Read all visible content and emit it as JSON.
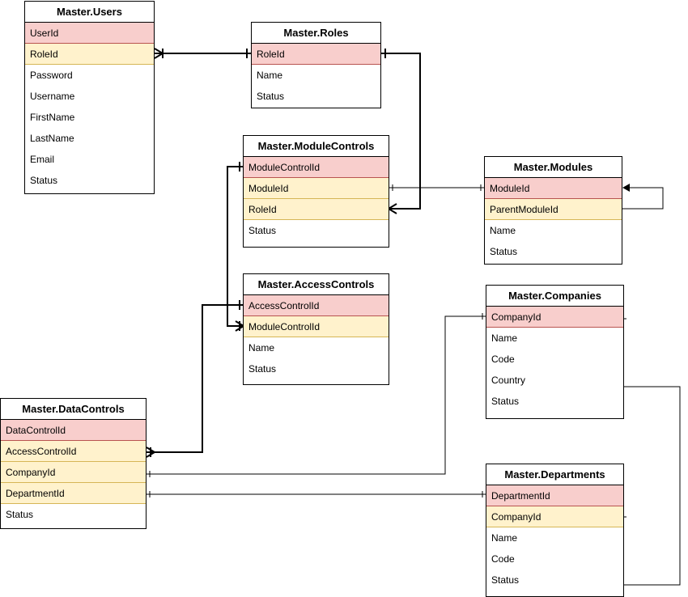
{
  "colors": {
    "primary_key_fill": "#f8cecc",
    "primary_key_border": "#b85450",
    "foreign_key_fill": "#fff2cc",
    "foreign_key_border": "#d6b656",
    "line": "#000000"
  },
  "entities": {
    "users": {
      "title": "Master.Users",
      "fields": [
        {
          "name": "UserId",
          "kind": "pk"
        },
        {
          "name": "RoleId",
          "kind": "fk"
        },
        {
          "name": "Password",
          "kind": "plain"
        },
        {
          "name": "Username",
          "kind": "plain"
        },
        {
          "name": "FirstName",
          "kind": "plain"
        },
        {
          "name": "LastName",
          "kind": "plain"
        },
        {
          "name": "Email",
          "kind": "plain"
        },
        {
          "name": "Status",
          "kind": "plain"
        }
      ]
    },
    "roles": {
      "title": "Master.Roles",
      "fields": [
        {
          "name": "RoleId",
          "kind": "pk"
        },
        {
          "name": "Name",
          "kind": "plain"
        },
        {
          "name": "Status",
          "kind": "plain"
        }
      ]
    },
    "module_controls": {
      "title": "Master.ModuleControls",
      "fields": [
        {
          "name": "ModuleControlId",
          "kind": "pk"
        },
        {
          "name": "ModuleId",
          "kind": "fk"
        },
        {
          "name": "RoleId",
          "kind": "fk"
        },
        {
          "name": "Status",
          "kind": "plain"
        }
      ]
    },
    "modules": {
      "title": "Master.Modules",
      "fields": [
        {
          "name": "ModuleId",
          "kind": "pk"
        },
        {
          "name": "ParentModuleId",
          "kind": "fk"
        },
        {
          "name": "Name",
          "kind": "plain"
        },
        {
          "name": "Status",
          "kind": "plain"
        }
      ]
    },
    "access_controls": {
      "title": "Master.AccessControls",
      "fields": [
        {
          "name": "AccessControlId",
          "kind": "pk"
        },
        {
          "name": "ModuleControlId",
          "kind": "fk"
        },
        {
          "name": "Name",
          "kind": "plain"
        },
        {
          "name": "Status",
          "kind": "plain"
        }
      ]
    },
    "companies": {
      "title": "Master.Companies",
      "fields": [
        {
          "name": "CompanyId",
          "kind": "pk"
        },
        {
          "name": "Name",
          "kind": "plain"
        },
        {
          "name": "Code",
          "kind": "plain"
        },
        {
          "name": "Country",
          "kind": "plain"
        },
        {
          "name": "Status",
          "kind": "plain"
        }
      ]
    },
    "data_controls": {
      "title": "Master.DataControls",
      "fields": [
        {
          "name": "DataControlId",
          "kind": "pk"
        },
        {
          "name": "AccessControlId",
          "kind": "fk"
        },
        {
          "name": "CompanyId",
          "kind": "fk"
        },
        {
          "name": "DepartmentId",
          "kind": "fk"
        },
        {
          "name": "Status",
          "kind": "plain"
        }
      ]
    },
    "departments": {
      "title": "Master.Departments",
      "fields": [
        {
          "name": "DepartmentId",
          "kind": "pk"
        },
        {
          "name": "CompanyId",
          "kind": "fk"
        },
        {
          "name": "Name",
          "kind": "plain"
        },
        {
          "name": "Code",
          "kind": "plain"
        },
        {
          "name": "Status",
          "kind": "plain"
        }
      ]
    }
  },
  "relationships": [
    {
      "from": "Master.Users.RoleId",
      "to": "Master.Roles.RoleId",
      "cardinality": "many-to-one"
    },
    {
      "from": "Master.ModuleControls.RoleId",
      "to": "Master.Roles.RoleId",
      "cardinality": "many-to-one"
    },
    {
      "from": "Master.ModuleControls.ModuleId",
      "to": "Master.Modules.ModuleId",
      "cardinality": "one-to-one"
    },
    {
      "from": "Master.Modules.ParentModuleId",
      "to": "Master.Modules.ModuleId",
      "cardinality": "self-reference"
    },
    {
      "from": "Master.AccessControls.ModuleControlId",
      "to": "Master.ModuleControls.ModuleControlId",
      "cardinality": "many-to-one"
    },
    {
      "from": "Master.DataControls.AccessControlId",
      "to": "Master.AccessControls.AccessControlId",
      "cardinality": "many-to-one"
    },
    {
      "from": "Master.DataControls.CompanyId",
      "to": "Master.Companies.CompanyId",
      "cardinality": "one-to-one"
    },
    {
      "from": "Master.DataControls.DepartmentId",
      "to": "Master.Departments.DepartmentId",
      "cardinality": "one-to-one"
    },
    {
      "from": "Master.Departments.CompanyId",
      "to": "Master.Companies.CompanyId",
      "cardinality": "one-to-one"
    }
  ]
}
